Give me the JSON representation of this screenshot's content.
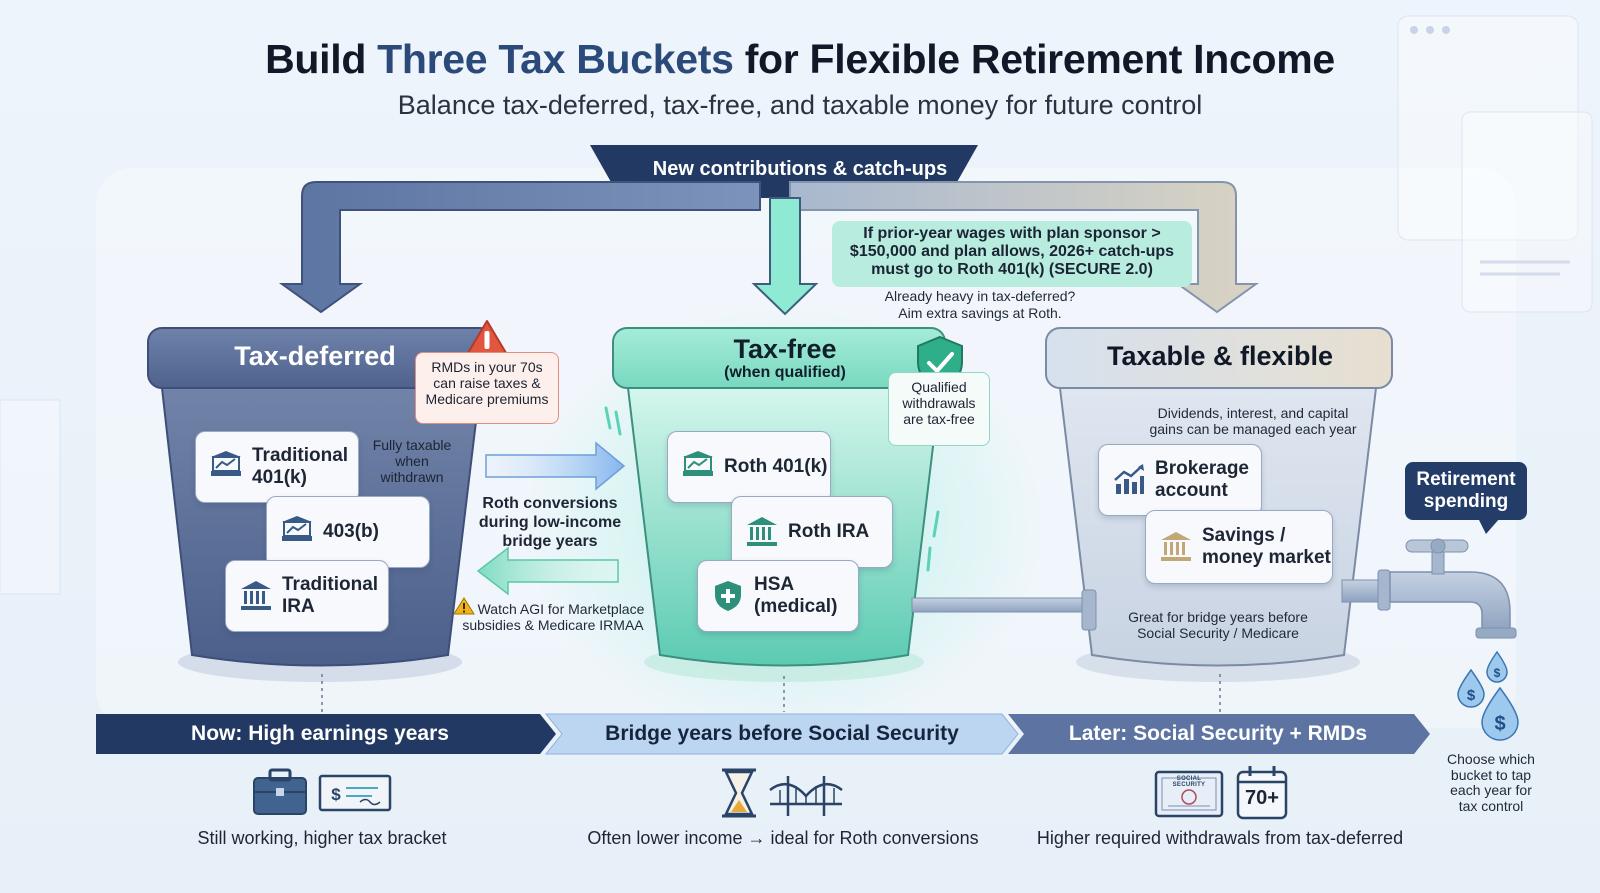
{
  "header": {
    "title_pre": "Build ",
    "title_highlight": "Three Tax Buckets",
    "title_post": " for Flexible Retirement Income",
    "subtitle": "Balance tax-deferred, tax-free, and taxable money for future control"
  },
  "banner": {
    "label": "New contributions & catch-ups"
  },
  "catchup_note": {
    "lines": [
      "If prior-year wages with plan sponsor >",
      "$150,000 and plan allows, 2026+ catch-ups",
      "must go to Roth 401(k) (SECURE 2.0)"
    ],
    "sub_lines": [
      "Already heavy in tax-deferred?",
      "Aim extra savings at Roth."
    ]
  },
  "buckets": {
    "deferred": {
      "title": "Tax-deferred",
      "warning_lines": [
        "RMDs in your 70s",
        "can raise taxes &",
        "Medicare premiums"
      ],
      "side_note_lines": [
        "Fully taxable",
        "when",
        "withdrawn"
      ],
      "accounts": [
        {
          "icon": "chart-icon",
          "lines": [
            "Traditional",
            "401(k)"
          ]
        },
        {
          "icon": "chart-icon",
          "lines": [
            "403(b)"
          ]
        },
        {
          "icon": "bank-icon",
          "lines": [
            "Traditional",
            "IRA"
          ]
        }
      ]
    },
    "free": {
      "title": "Tax-free",
      "subtitle": "(when qualified)",
      "badge_lines": [
        "Qualified",
        "withdrawals",
        "are tax-free"
      ],
      "accounts": [
        {
          "icon": "chart-icon",
          "lines": [
            "Roth 401(k)"
          ]
        },
        {
          "icon": "bank-icon",
          "lines": [
            "Roth IRA"
          ]
        },
        {
          "icon": "shield-plus-icon",
          "lines": [
            "HSA",
            "(medical)"
          ]
        }
      ]
    },
    "taxable": {
      "title": "Taxable & flexible",
      "top_note_lines": [
        "Dividends, interest, and capital",
        "gains can be managed each year"
      ],
      "bottom_note_lines": [
        "Great for bridge years before",
        "Social Security / Medicare"
      ],
      "accounts": [
        {
          "icon": "growth-icon",
          "lines": [
            "Brokerage",
            "account"
          ]
        },
        {
          "icon": "bank-icon",
          "lines": [
            "Savings /",
            "money market"
          ]
        }
      ]
    }
  },
  "conversion_note": {
    "lines": [
      "Roth conversions",
      "during low-income",
      "bridge years"
    ],
    "warning_lines": [
      "Watch AGI for Marketplace",
      "subsidies & Medicare IRMAA"
    ]
  },
  "spending": {
    "label_lines": [
      "Retirement",
      "spending"
    ],
    "choose_lines": [
      "Choose which",
      "bucket to tap",
      "each year for",
      "tax control"
    ]
  },
  "timeline": [
    {
      "label": "Now: High earnings years",
      "caption": "Still working, higher tax bracket"
    },
    {
      "label": "Bridge years before Social Security",
      "caption": "Often lower income → ideal for Roth conversions"
    },
    {
      "label": "Later: Social Security + RMDs",
      "caption": "Higher required withdrawals from tax-deferred",
      "badge": "70+",
      "card_text": "SOCIAL SECURITY"
    }
  ],
  "colors": {
    "navy": "#223a63",
    "deferred": "#5a6f99",
    "teal": "#7fdcc6",
    "taxable": "#c9d4e3",
    "warning": "#e2553f"
  }
}
